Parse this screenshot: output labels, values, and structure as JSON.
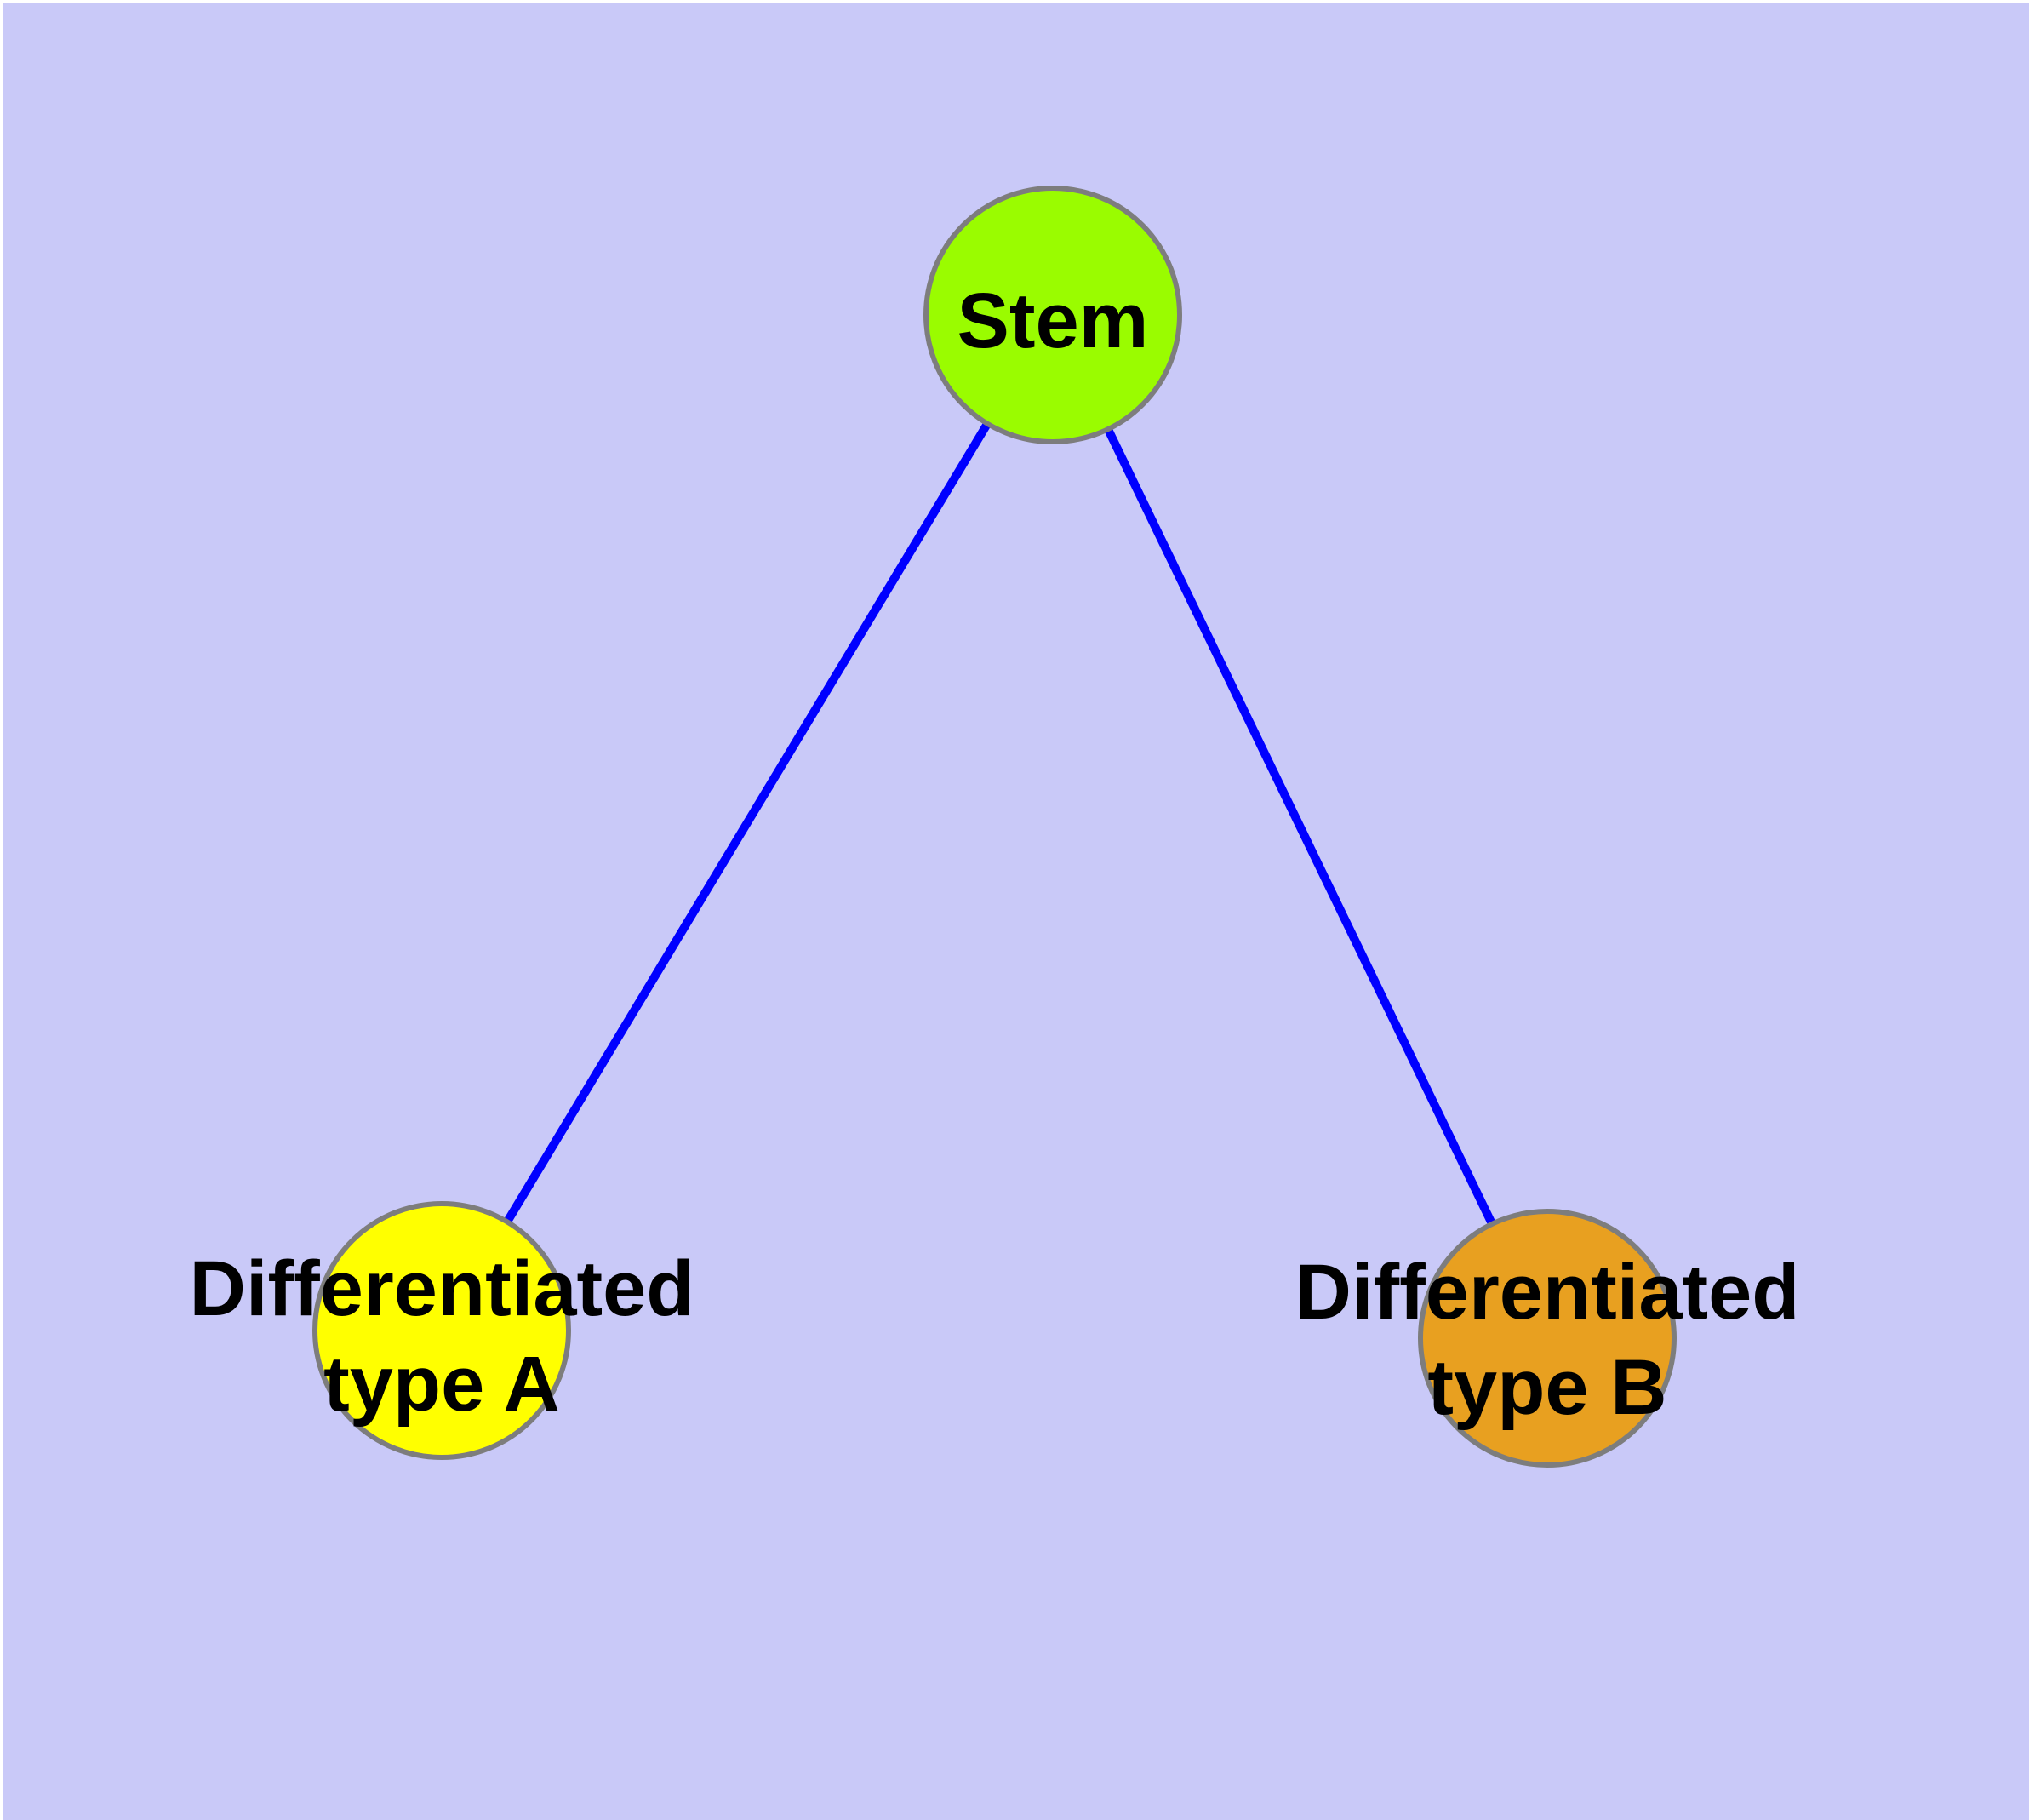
{
  "diagram": {
    "background_color": "#c9c9f8",
    "frame_color": "#ffffff",
    "edge_color": "#0000ff",
    "node_border_color": "#7d7d7d",
    "text_color": "#000000",
    "nodes": {
      "stem": {
        "label": "Stem",
        "fill_color": "#9afc00"
      },
      "type_a": {
        "label_line1": "Differentiated",
        "label_line2": "type A",
        "fill_color": "#ffff00"
      },
      "type_b": {
        "label_line1": "Differentiated",
        "label_line2": "type B",
        "fill_color": "#e8a020"
      }
    },
    "edges": [
      {
        "from": "Stem",
        "to": "Differentiated type A"
      },
      {
        "from": "Stem",
        "to": "Differentiated type B"
      }
    ]
  }
}
